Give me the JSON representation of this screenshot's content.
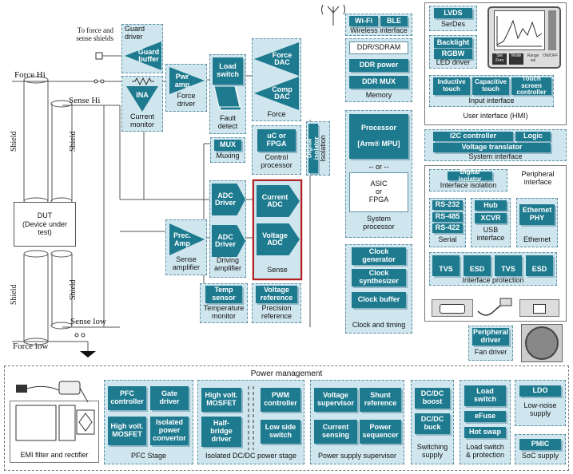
{
  "left": {
    "to_force": "To force and",
    "sense_shields": "sense shields",
    "force_hi": "Force Hi",
    "sense_hi": "Sense Hi",
    "shield": "Shield",
    "dut": "DUT\n(Device under\ntest)",
    "sense_low": "Sense low",
    "force_low": "Force low"
  },
  "guard": {
    "top": "Guard\ndriver",
    "tri": "Guard\nbuffer"
  },
  "current_monitor": {
    "block": "INA",
    "cap": "Current\nmonitor"
  },
  "force_driver": {
    "block": "Pwr\namp",
    "cap": "Force\ndriver"
  },
  "fault": {
    "block": "Load\nswitch",
    "cap": "Fault\ndetect"
  },
  "force": {
    "dac1": "Force\nDAC",
    "dac2": "Comp\nDAC",
    "cap": "Force"
  },
  "muxing": {
    "block": "MUX",
    "cap": "Muxing"
  },
  "control": {
    "block": "uC or\nFPGA",
    "cap": "Control\nprocessor"
  },
  "isolation": {
    "block": "Digital isolator",
    "cap": "Isolation"
  },
  "driving": {
    "adc1": "ADC\nDriver",
    "adc2": "ADC\nDriver",
    "cap": "Driving\namplifier"
  },
  "sense": {
    "adc1": "Current\nADC",
    "adc2": "Voltage\nADC",
    "cap": "Sense"
  },
  "sense_amp": {
    "block": "Prec.\nAmp",
    "cap": "Sense\namplifier"
  },
  "temp": {
    "block": "Temp\nsensor",
    "cap": "Temperature\nmonitor"
  },
  "precision": {
    "block": "Voltage\nreference",
    "cap": "Precision\nreference"
  },
  "wireless": {
    "wifi": "Wi-Fi",
    "ble": "BLE",
    "cap": "Wireless interface"
  },
  "memory": {
    "sdram": "DDR/SDRAM",
    "power": "DDR power",
    "mux": "DDR MUX",
    "cap": "Memory"
  },
  "system_processor": {
    "proc": "Processor\n\n[Arm® MPU]",
    "or": "-- or --",
    "asic": "ASIC\nor\nFPGA",
    "cap": "System\nprocessor"
  },
  "clock": {
    "gen": "Clock\ngenerator",
    "synth": "Clock\nsynthesizer",
    "buf": "Clock buffer",
    "cap": "Clock and timing"
  },
  "hmi": {
    "lvds": "LVDS",
    "serdes": "SerDes",
    "backlight": "Backlight",
    "rgbw": "RGBW",
    "led_driver": "LED driver",
    "inductive": "Inductive\ntouch",
    "capacitive": "Capacitive\ntouch",
    "touch_ctrl": "Touch screen\ncontroller",
    "input_cap": "Input interface",
    "cap": "User interface (HMI)",
    "dev_btn1": "Set Zero",
    "dev_btn2": "Mode",
    "dev_btn3": "Range sel",
    "dev_btn4": "ON/OFF"
  },
  "system_interface": {
    "i2c": "I2C controller",
    "logic": "Logic",
    "translator": "Voltage translator",
    "cap": "System interface"
  },
  "peripheral": {
    "iso_block": "Digital isolator",
    "iso_cap": "Interface isolation",
    "cap": "Peripheral\ninterface",
    "rs232": "RS-232",
    "rs485": "RS-485",
    "rs422": "RS-422",
    "serial": "Serial",
    "hub": "Hub",
    "xcvr": "XCVR",
    "usb": "USB\ninterface",
    "eth": "Ethernet\nPHY",
    "ethernet": "Ethernet",
    "tvs1": "TVS",
    "esd1": "ESD",
    "tvs2": "TVS",
    "esd2": "ESD",
    "protection": "Interface protection"
  },
  "fan": {
    "block": "Peripheral\ndriver",
    "cap": "Fan driver"
  },
  "power": {
    "title": "Power management",
    "emi": "EMI filter and rectifier",
    "pfc": {
      "a": "PFC\ncontroller",
      "b": "Gate\ndriver",
      "c": "High volt.\nMOSFET",
      "d": "Isolated\npower\nconvertor",
      "cap": "PFC Stage"
    },
    "iso": {
      "a": "High volt.\nMOSFET",
      "b": "PWM\ncontroller",
      "c": "Half-\nbridge\ndriver",
      "d": "Low side\nswitch",
      "cap": "Isolated DC/DC power stage"
    },
    "sup": {
      "a": "Voltage\nsupervisor",
      "b": "Shunt\nreference",
      "c": "Current\nsensing",
      "d": "Power\nsequencer",
      "cap": "Power supply supervisor"
    },
    "sw": {
      "a": "DC/DC\nboost",
      "b": "DC/DC\nbuck",
      "cap": "Switching\nsupply"
    },
    "load": {
      "a": "Load\nswitch",
      "b": "eFuse",
      "c": "Hot swap",
      "cap": "Load switch\n& protection"
    },
    "ldo": {
      "a": "LDO",
      "cap": "Low-noise\nsupply"
    },
    "pmic": {
      "a": "PMIC",
      "cap": "SoC supply"
    }
  },
  "colors": {
    "block": "#1e7a8f",
    "group": "#cfe6ee",
    "highlight": "#b22222"
  }
}
